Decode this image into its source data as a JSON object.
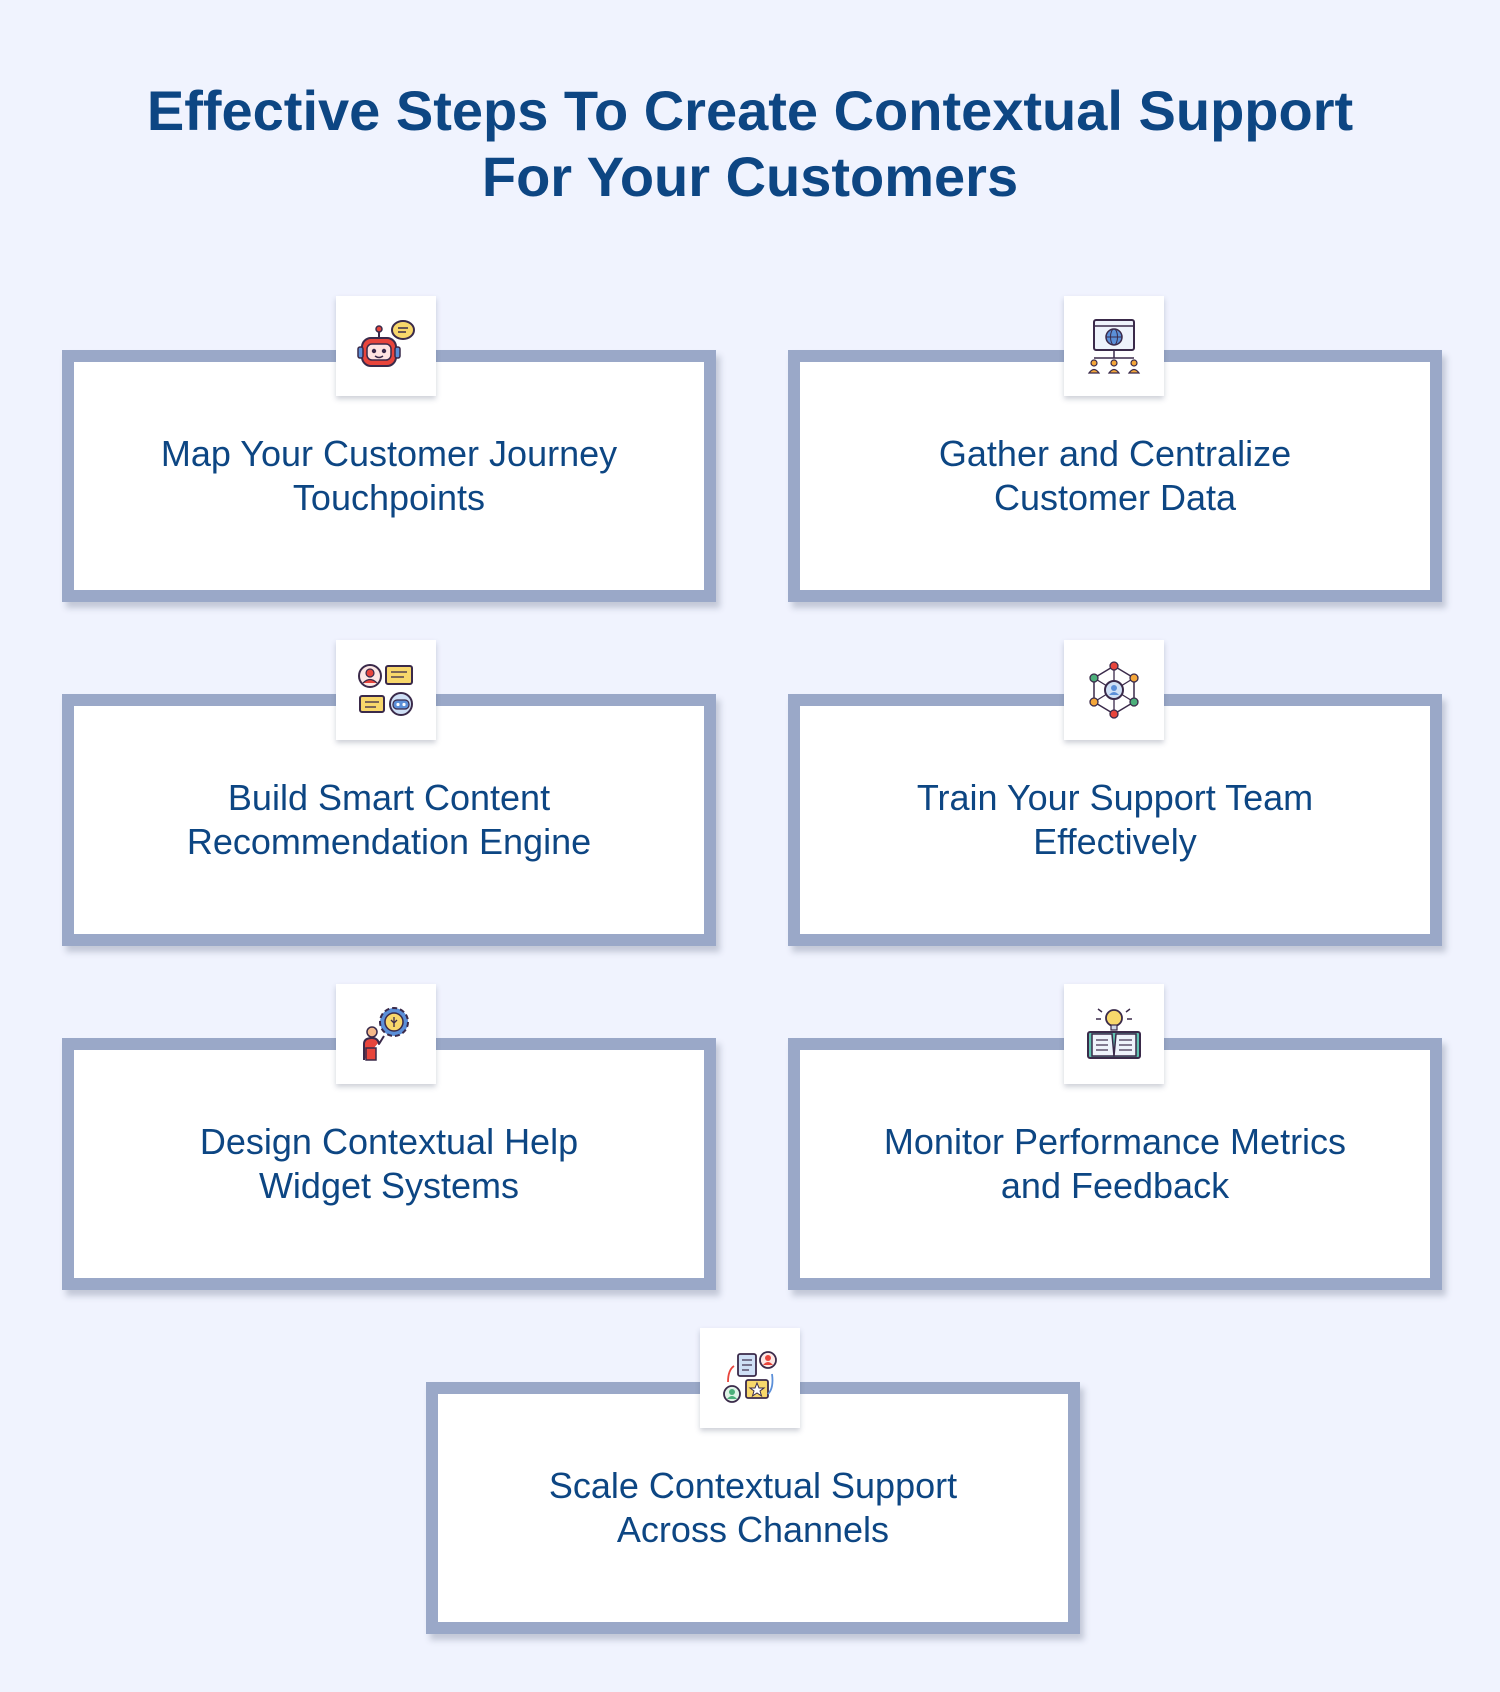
{
  "title": {
    "line1": "Effective Steps To Create Contextual Support",
    "line2": "For Your Customers"
  },
  "colors": {
    "background": "#f0f3fe",
    "heading": "#0d4683",
    "card_border": "#9aa8c8",
    "card_fill": "#ffffff"
  },
  "steps": [
    {
      "line1": "Map Your Customer Journey",
      "line2": "Touchpoints",
      "icon": "robot-chat-icon"
    },
    {
      "line1": "Gather and Centralize",
      "line2": "Customer Data",
      "icon": "globe-network-icon"
    },
    {
      "line1": "Build Smart Content",
      "line2": "Recommendation Engine",
      "icon": "chat-bubbles-icon"
    },
    {
      "line1": "Train Your Support Team",
      "line2": "Effectively",
      "icon": "team-network-icon"
    },
    {
      "line1": "Design Contextual Help",
      "line2": "Widget Systems",
      "icon": "idea-gear-icon"
    },
    {
      "line1": "Monitor Performance Metrics",
      "line2": "and Feedback",
      "icon": "book-bulb-icon"
    },
    {
      "line1": "Scale Contextual Support",
      "line2": "Across Channels",
      "icon": "review-cycle-icon"
    }
  ]
}
